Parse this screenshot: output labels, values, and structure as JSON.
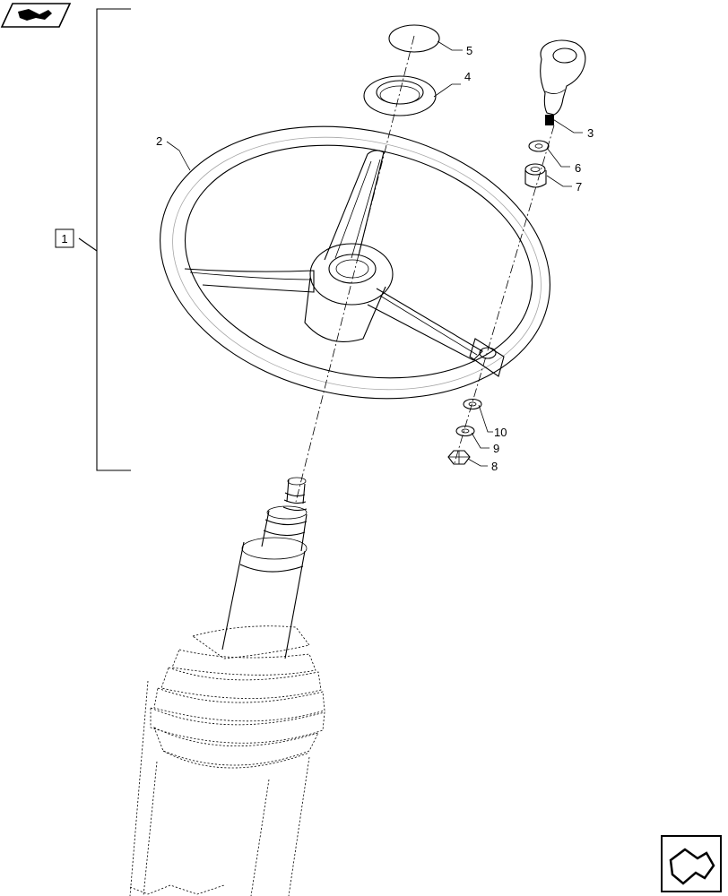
{
  "diagram": {
    "group_label": "1",
    "callouts": {
      "steering_wheel": "2",
      "knob": "3",
      "center_ring": "4",
      "center_cap": "5",
      "washer_6": "6",
      "bushing": "7",
      "nut": "8",
      "washer_9": "9",
      "washer_10": "10"
    }
  },
  "nav": {
    "top_icon": "section-nav-icon",
    "bottom_icon": "next-page-icon"
  }
}
